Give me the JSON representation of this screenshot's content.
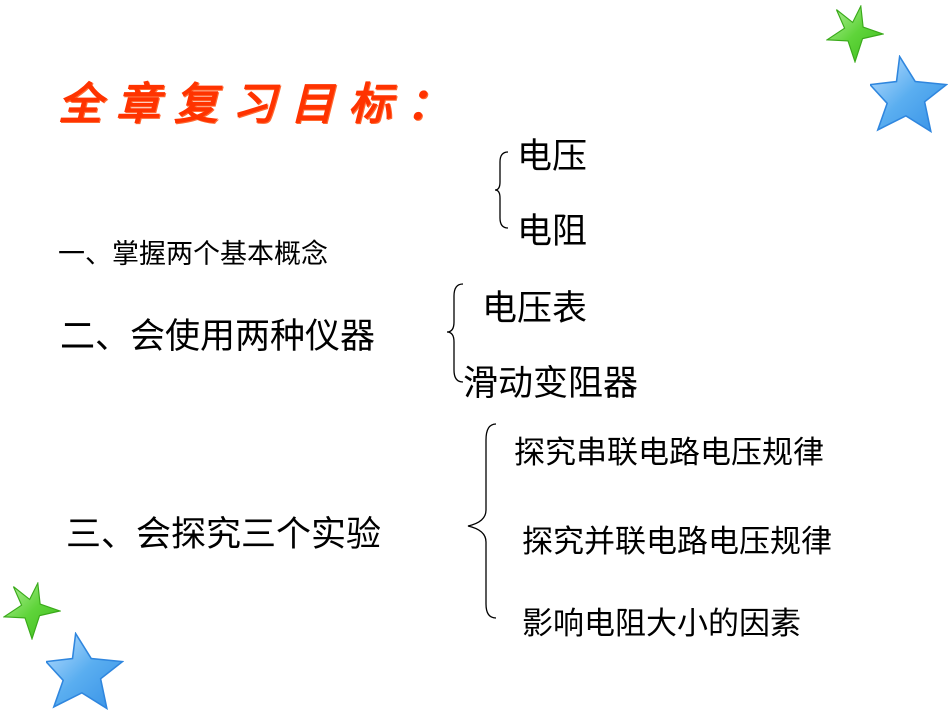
{
  "title": "全章复习目标：",
  "sections": [
    {
      "label": "一、掌握两个基本概念",
      "items": [
        "电压",
        "电阻"
      ]
    },
    {
      "label": "二、会使用两种仪器",
      "items": [
        "电压表",
        "滑动变阻器"
      ]
    },
    {
      "label": "三、会探究三个实验",
      "items": [
        "探究串联电路电压规律",
        "探究并联电路电压规律",
        "影响电阻大小的因素"
      ]
    }
  ],
  "decorations": {
    "stars": [
      "green-star",
      "blue-star",
      "green-star",
      "blue-star"
    ],
    "colors": {
      "title": "#ff3300",
      "green_star": "#55d133",
      "blue_star": "#4aa3ef"
    }
  }
}
